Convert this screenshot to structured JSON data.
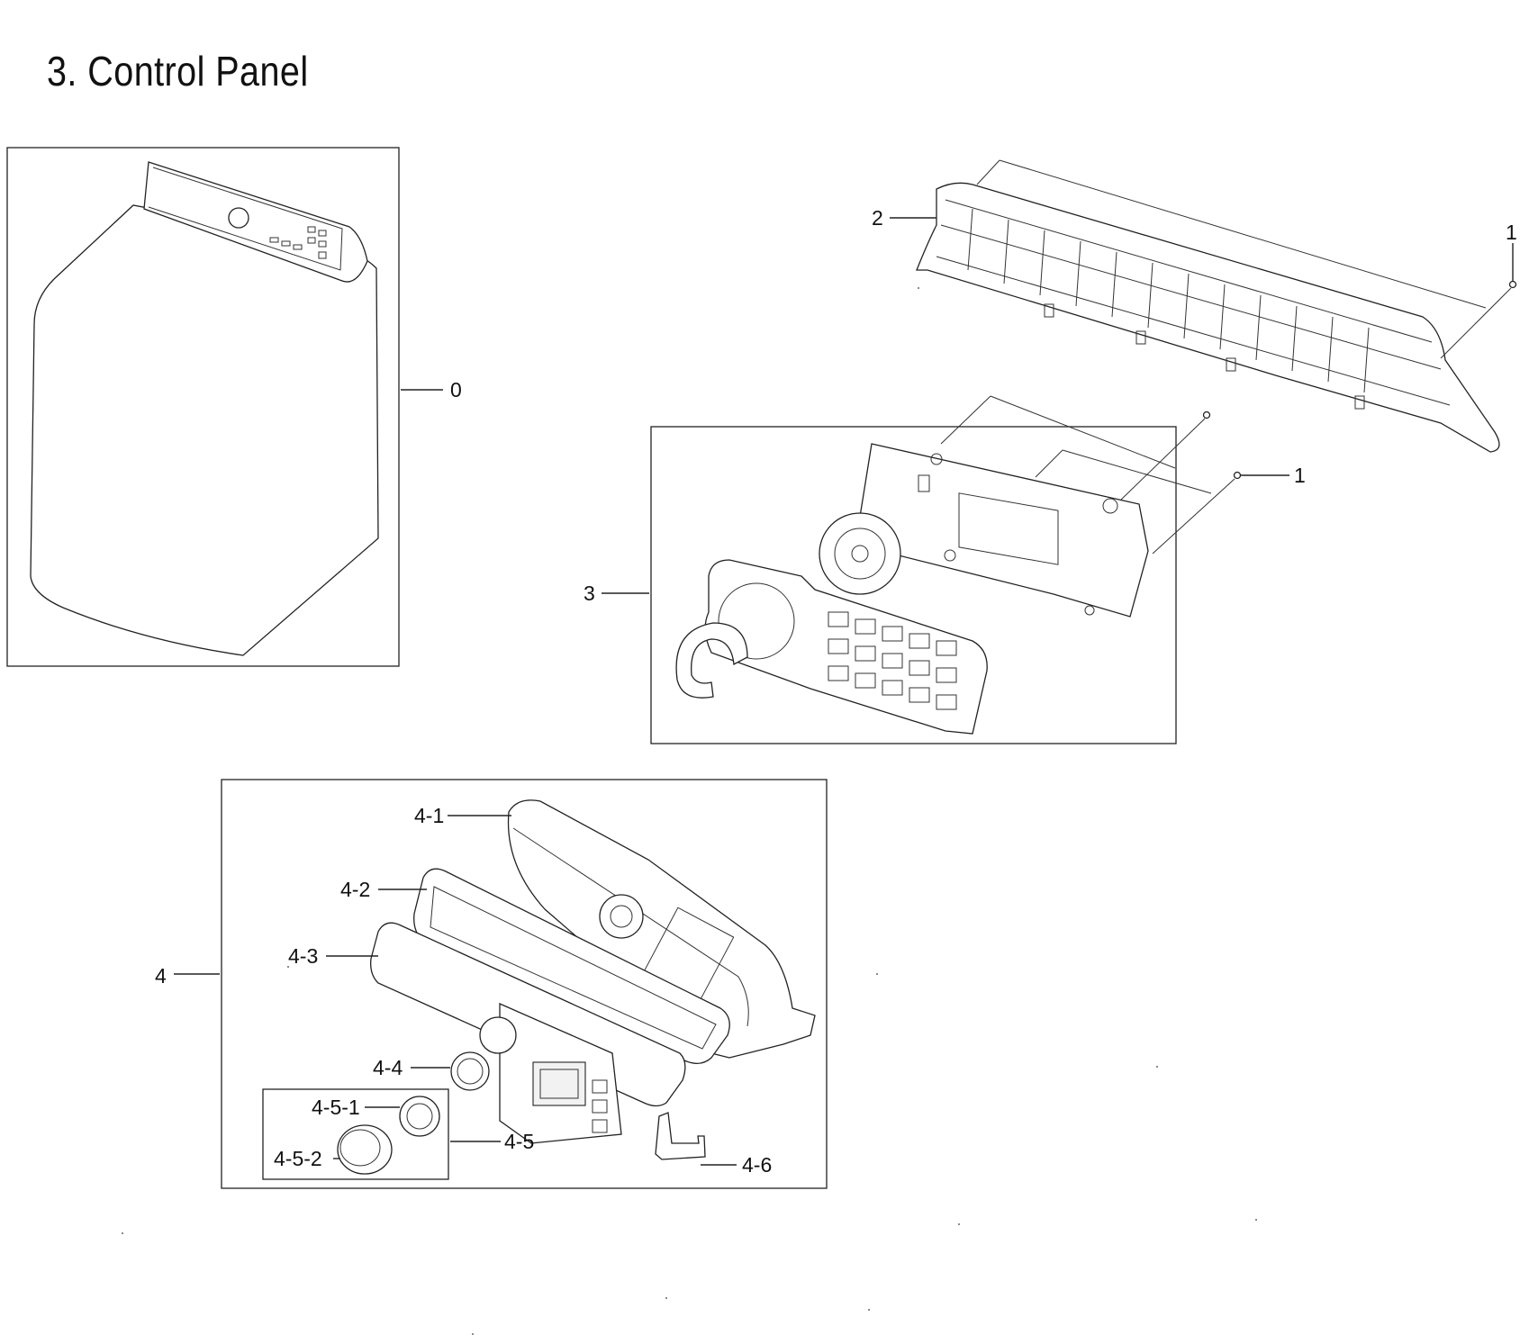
{
  "title": "3. Control Panel",
  "callouts": {
    "c0": "0",
    "c1a": "1",
    "c1b": "1",
    "c2": "2",
    "c3": "3",
    "c4": "4",
    "c4_1": "4-1",
    "c4_2": "4-2",
    "c4_3": "4-3",
    "c4_4": "4-4",
    "c4_5": "4-5",
    "c4_5_1": "4-5-1",
    "c4_5_2": "4-5-2",
    "c4_6": "4-6"
  }
}
